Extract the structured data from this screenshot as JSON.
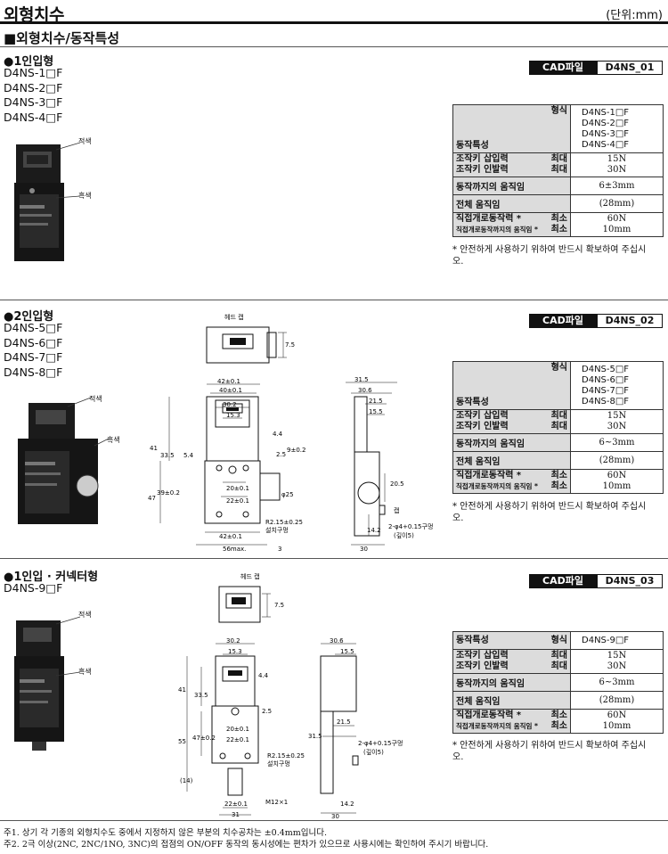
{
  "header": {
    "title": "외형치수",
    "unit": "(단위:mm)",
    "subtitle": "■외형치수/동작특성"
  },
  "common": {
    "cad_label": "CAD파일",
    "label_window": "적색",
    "label_body": "흑색",
    "head_cap": "헤드 캡",
    "note": "* 안전하게 사용하기 위하여 반드시 확보하여 주십시오."
  },
  "sections": [
    {
      "heading": "●1인입형",
      "models": [
        "D4NS-1□F",
        "D4NS-2□F",
        "D4NS-3□F",
        "D4NS-4□F"
      ],
      "cad": "D4NS_01",
      "type_models": "D4NS-1□F\nD4NS-2□F\nD4NS-3□F\nD4NS-4□F"
    },
    {
      "heading": "●2인입형",
      "models": [
        "D4NS-5□F",
        "D4NS-6□F",
        "D4NS-7□F",
        "D4NS-8□F"
      ],
      "cad": "D4NS_02",
      "type_models": "D4NS-5□F\nD4NS-6□F\nD4NS-7□F\nD4NS-8□F"
    },
    {
      "heading": "●1인입 · 커넥터형",
      "models": [
        "D4NS-9□F"
      ],
      "cad": "D4NS_03",
      "type_models": "D4NS-9□F"
    }
  ],
  "table": {
    "type_label": "형식",
    "char_label": "동작특성",
    "insert_force": "조작키 삽입력",
    "pull_force": "조작키 인발력",
    "max": "최대",
    "min": "최소",
    "pretravel": "동작까지의 움직임",
    "total_travel": "전체 움직임",
    "pos_open_force": "직접개로동작력 *",
    "pos_open_travel": "직접개로동작까지의 움직임 *",
    "sec1": {
      "insert": "15N",
      "pull": "30N",
      "pretravel": "6±3mm",
      "total": "(28mm)",
      "force": "60N",
      "travel": "10mm"
    },
    "sec2": {
      "insert": "15N",
      "pull": "30N",
      "pretravel": "6~3mm",
      "total": "(28mm)",
      "force": "60N",
      "travel": "10mm"
    },
    "sec3": {
      "insert": "15N",
      "pull": "30N",
      "pretravel": "6~3mm",
      "total": "(28mm)",
      "force": "60N",
      "travel": "10mm"
    }
  },
  "drawing2": {
    "d42": "42±0.1",
    "d40": "40±0.1",
    "d30_2": "30.2",
    "d15_3": "15.3",
    "d4_4": "4.4",
    "d41": "41",
    "d33_5": "33.5",
    "d5_4": "5.4",
    "d2_5": "2.5",
    "d9": "9±0.2",
    "d47": "47",
    "d39": "39±0.2",
    "d20": "20±0.1",
    "d22": "22±0.1",
    "d25": "φ25",
    "d42b": "42±0.1",
    "d56": "56max.",
    "d3": "3",
    "d7_5": "7.5",
    "r": "R2.15±0.25",
    "r_sub": "설치구멍",
    "s31_5": "31.5",
    "s30_6": "30.6",
    "s21_5": "21.5",
    "s15_5": "15.5",
    "s20_5": "20.5",
    "s14_2": "14.2",
    "s30": "30",
    "cap": "캡",
    "hole": "2-φ4+0.15구멍",
    "hole_sub": "(깊이5)"
  },
  "drawing3": {
    "d30_2": "30.2",
    "d15_3": "15.3",
    "d4_4": "4.4",
    "d41": "41",
    "d33_5": "33.5",
    "d2_5": "2.5",
    "d55": "55",
    "d47": "47±0.2",
    "d20": "20±0.1",
    "d22": "22±0.1",
    "r": "R2.15±0.25",
    "r_sub": "설치구멍",
    "d14": "(14)",
    "d22b": "22±0.1",
    "d31": "31",
    "m12": "M12×1",
    "d7_5": "7.5",
    "s30_6": "30.6",
    "s15_5": "15.5",
    "s21_5": "21.5",
    "s31_5": "31.5",
    "s14_2": "14.2",
    "s30": "30",
    "hole": "2-φ4+0.15구멍",
    "hole_sub": "(깊이5)"
  },
  "footnotes": [
    "주1. 상기 각 기종의 외형치수도 중에서 지정하지 않은 부분의 치수공차는 ±0.4mm입니다.",
    "주2. 2극 이상(2NC, 2NC/1NO, 3NC)의 접점의 ON/OFF 동작의 동시성에는 편차가 있으므로 사용시에는 확인하여 주시기 바랍니다."
  ]
}
